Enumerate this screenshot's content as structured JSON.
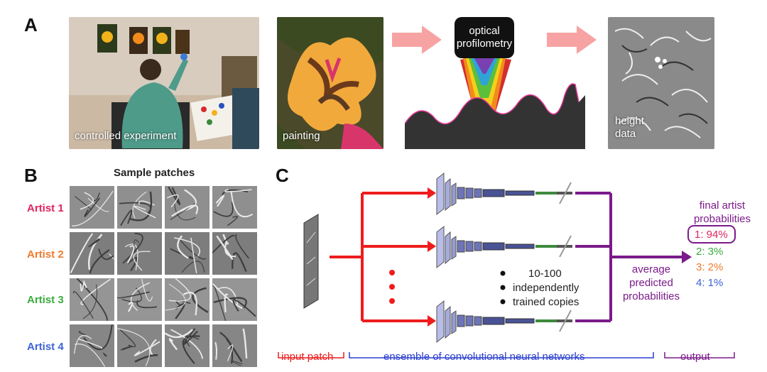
{
  "panels": {
    "a": "A",
    "b": "B",
    "c": "C"
  },
  "panel_a": {
    "controlled_experiment": "controlled experiment",
    "painting": "painting",
    "optical_line1": "optical",
    "optical_line2": "profilometry",
    "height_line1": "height",
    "height_line2": "data"
  },
  "panel_b": {
    "title": "Sample patches",
    "artists": [
      {
        "label": "Artist 1",
        "color": "#e0245e"
      },
      {
        "label": "Artist 2",
        "color": "#f07a2b"
      },
      {
        "label": "Artist 3",
        "color": "#3aab3f"
      },
      {
        "label": "Artist 4",
        "color": "#3d63d8"
      }
    ]
  },
  "panel_c": {
    "bullets": [
      "10-100",
      "independently",
      "trained copies"
    ],
    "average_lines": [
      "average",
      "predicted",
      "probabilities"
    ],
    "final_lines": [
      "final artist",
      "probabilities"
    ],
    "probabilities": [
      {
        "text": "1: 94%",
        "color": "#e0245e"
      },
      {
        "text": "2: 3%",
        "color": "#3aab3f"
      },
      {
        "text": "3: 2%",
        "color": "#f07a2b"
      },
      {
        "text": "4: 1%",
        "color": "#3d63d8"
      }
    ],
    "input_label": "input patch",
    "ensemble_label": "ensemble of convolutional neural networks",
    "output_label": "output",
    "colors": {
      "red": "#ee1c1c",
      "purple": "#7b1a8a",
      "blue": "#2b3fd0"
    }
  }
}
